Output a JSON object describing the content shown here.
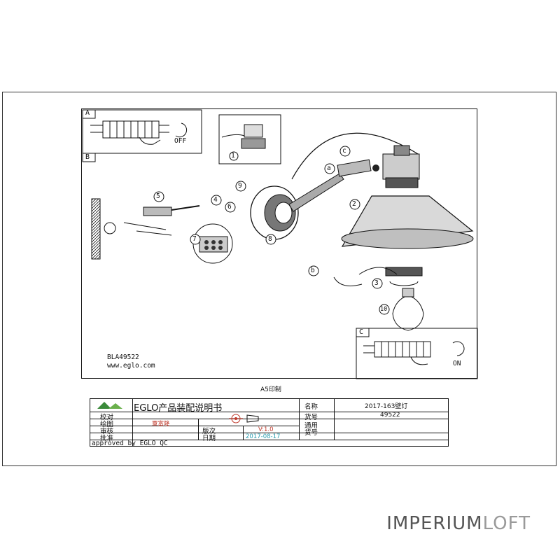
{
  "drawing": {
    "steps": {
      "a": "A",
      "b": "B",
      "c": "C",
      "off_label": "OFF",
      "on_label": "ON",
      "callouts": [
        "1",
        "2",
        "3",
        "4",
        "5",
        "6",
        "7",
        "8",
        "9",
        "10"
      ],
      "letters": [
        "a",
        "b",
        "c"
      ]
    },
    "ref_code": "BLA49522",
    "url": "www.eglo.com"
  },
  "print_note": "A5印制",
  "title_block": {
    "title": "EGLO产品装配说明书",
    "label_check": "校对",
    "label_draw": "绘图",
    "drawer_name": "覃富隆",
    "label_review": "审核",
    "label_version": "版次",
    "version": "V:1.0",
    "label_approve": "批准",
    "label_date": "日期",
    "date": "2017-08-17",
    "label_name": "名称",
    "product_name": "2017-163壁灯",
    "label_item": "货号",
    "item_no": "49522",
    "label_common": "通用",
    "label_common2": "货号",
    "approved": "approved by EGLO QC"
  },
  "watermark": {
    "part1": "IMPERIUM",
    "part2": "LOFT"
  }
}
